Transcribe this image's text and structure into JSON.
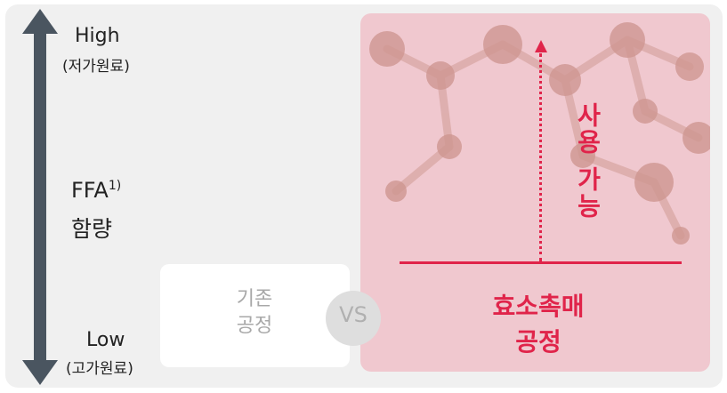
{
  "axis": {
    "high_label": "High",
    "high_sub": "(저가원료)",
    "ffa_label": "FFA",
    "ffa_footnote": "1)",
    "amount_label": "함량",
    "low_label": "Low",
    "low_sub": "(고가원료)"
  },
  "existing_process": {
    "line1": "기존",
    "line2": "공정"
  },
  "vs_label": "VS",
  "enzyme_process": {
    "line1": "효소촉매",
    "line2": "공정",
    "usable_label": "사용 가능"
  },
  "colors": {
    "accent": "#e0244a",
    "arrow": "#4a5560",
    "panel_bg": "#f0f0f0",
    "enzyme_bg": "#f0c8cf"
  }
}
